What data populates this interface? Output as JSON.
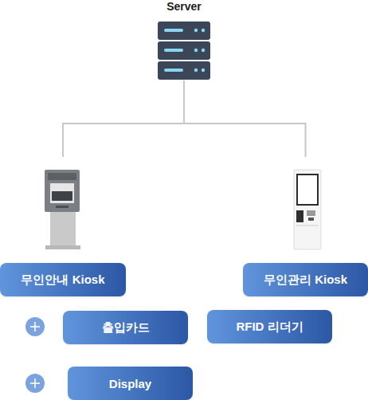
{
  "diagram": {
    "nodes": [
      {
        "text": [
          "Server"
        ]
      },
      {
        "text": [
          "무인안내 Kiosk"
        ]
      },
      {
        "text": [
          "무인관리 Kiosk"
        ]
      },
      {
        "text": [
          "출입카드"
        ]
      },
      {
        "text": [
          "RFID 리더기"
        ]
      },
      {
        "text": [
          "Display"
        ]
      }
    ],
    "edges": [
      {
        "from": 0,
        "to": 1,
        "arrow": "none"
      },
      {
        "from": 0,
        "to": 2,
        "arrow": "none"
      }
    ]
  }
}
